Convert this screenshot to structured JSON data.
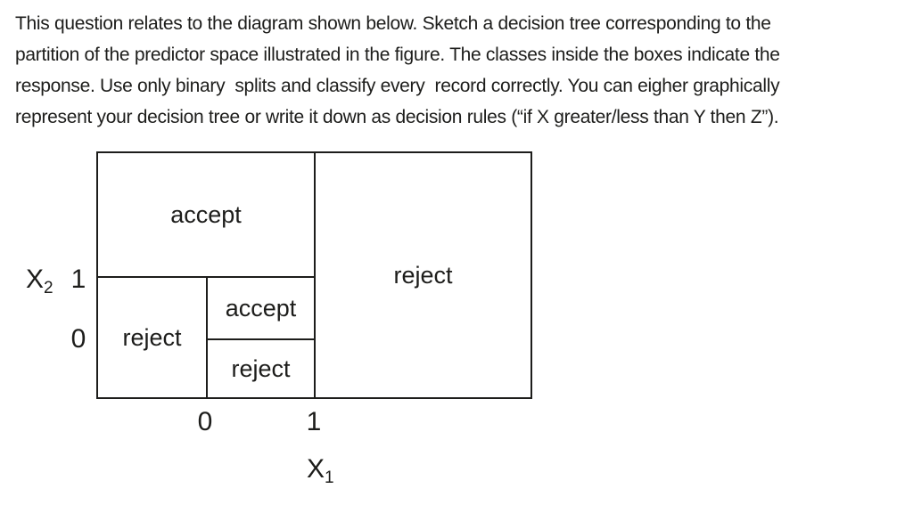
{
  "question": {
    "lines": [
      "This question relates to the diagram shown below. Sketch a decision tree corresponding to the",
      "partition of the predictor space illustrated in the figure. The classes inside the boxes indicate the",
      "response. Use only binary  splits and classify every  record correctly. You can eigher graphically",
      "represent your decision tree or write it down as decision rules (“if X greater/less than Y then Z”)."
    ]
  },
  "diagram": {
    "regions": {
      "top": "accept",
      "left": "reject",
      "middle_upper": "accept",
      "middle_lower": "reject",
      "right": "reject"
    },
    "axes": {
      "y_var": "X",
      "y_sub": "2",
      "y_tick_upper": "1",
      "y_tick_lower": "0",
      "x_var": "X",
      "x_sub": "1",
      "x_tick_left": "0",
      "x_tick_right": "1"
    },
    "colors": {
      "line": "#1d1d1b",
      "text": "#1d1d1b",
      "background": "#ffffff"
    }
  }
}
